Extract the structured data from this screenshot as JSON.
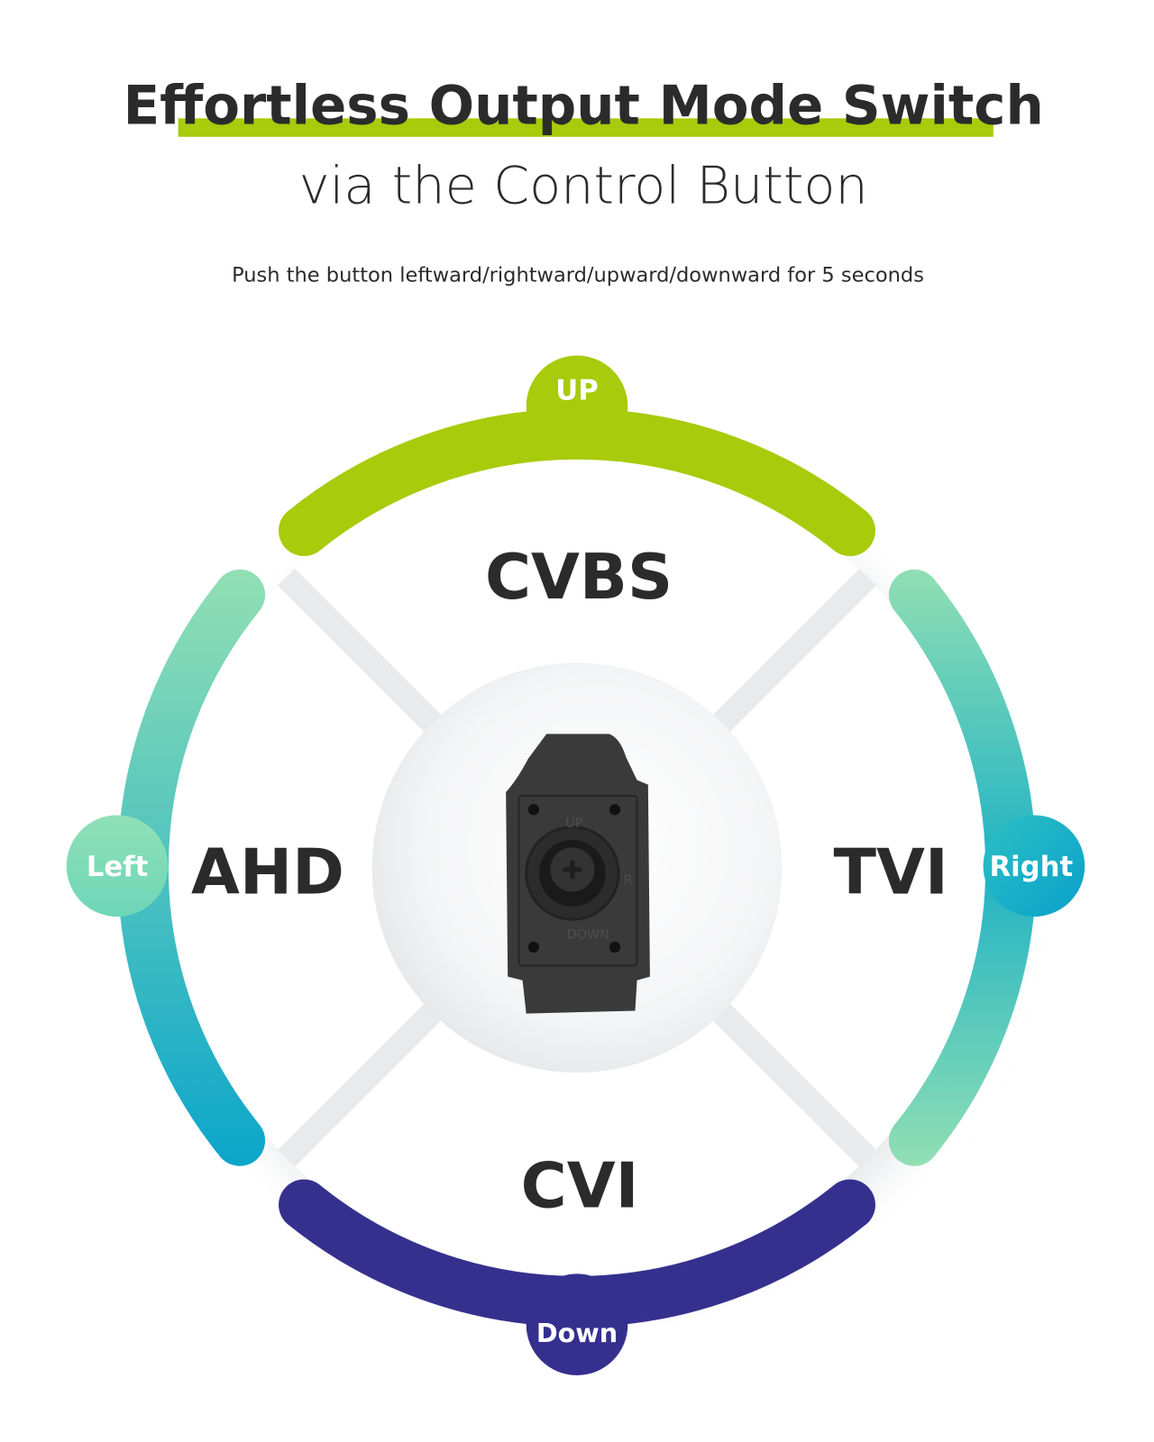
{
  "header": {
    "title": "Effortless Output Mode Switch",
    "subtitle": "via the Control Button",
    "instruction": "Push the button leftward/rightward/upward/downward for 5 seconds"
  },
  "directions": {
    "up": "UP",
    "left": "Left",
    "right": "Right",
    "down": "Down"
  },
  "modes": {
    "up": "CVBS",
    "left": "AHD",
    "right": "TVI",
    "down": "CVI"
  },
  "button_photo": {
    "label_up": "UP",
    "label_down": "DOWN",
    "label_right": "R"
  },
  "colors": {
    "accent_green": "#a8cb0b",
    "teal_light": "#93e0b3",
    "teal_dark": "#0aa5cb",
    "navy": "#35308e",
    "text": "#2b2b2b"
  }
}
